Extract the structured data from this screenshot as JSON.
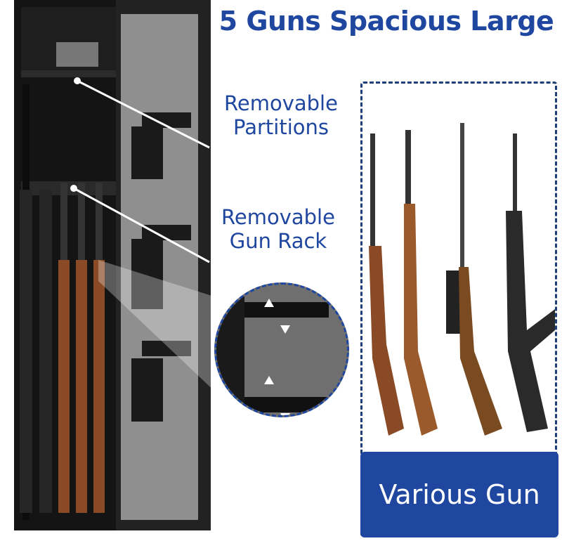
{
  "headline": "5 Guns Spacious Large",
  "callouts": {
    "partitions": "Removable Partitions",
    "gun_rack": "Removable Gun Rack"
  },
  "various_label": "Various Gun",
  "colors": {
    "brand_blue": "#1f47a0",
    "safe_black": "#141414",
    "felt_gray": "#8f8f8f",
    "wood": "#8a4a25"
  }
}
